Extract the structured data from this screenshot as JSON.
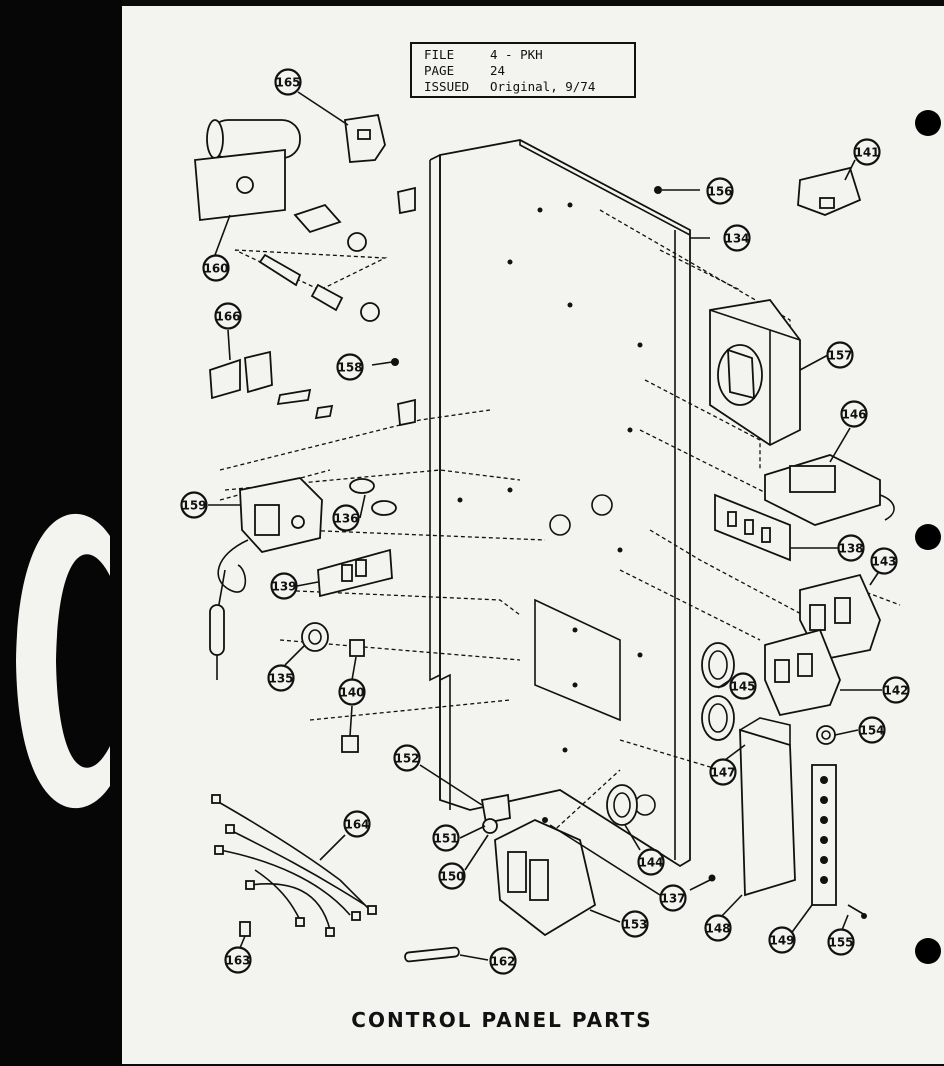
{
  "info_box": {
    "file_label": "FILE",
    "file_value": "4 - PKH",
    "page_label": "PAGE",
    "page_value": "24",
    "issued_label": "ISSUED",
    "issued_value": "Original, 9/74"
  },
  "side_letter": "C",
  "title": "CONTROL PANEL PARTS",
  "callouts": [
    {
      "label": "165"
    },
    {
      "label": "141"
    },
    {
      "label": "156"
    },
    {
      "label": "134"
    },
    {
      "label": "160"
    },
    {
      "label": "166"
    },
    {
      "label": "157"
    },
    {
      "label": "158"
    },
    {
      "label": "146"
    },
    {
      "label": "159"
    },
    {
      "label": "136"
    },
    {
      "label": "138"
    },
    {
      "label": "143"
    },
    {
      "label": "139"
    },
    {
      "label": "135"
    },
    {
      "label": "140"
    },
    {
      "label": "145"
    },
    {
      "label": "142"
    },
    {
      "label": "154"
    },
    {
      "label": "152"
    },
    {
      "label": "147"
    },
    {
      "label": "164"
    },
    {
      "label": "151"
    },
    {
      "label": "144"
    },
    {
      "label": "150"
    },
    {
      "label": "137"
    },
    {
      "label": "153"
    },
    {
      "label": "148"
    },
    {
      "label": "149"
    },
    {
      "label": "155"
    },
    {
      "label": "163"
    },
    {
      "label": "162"
    }
  ]
}
